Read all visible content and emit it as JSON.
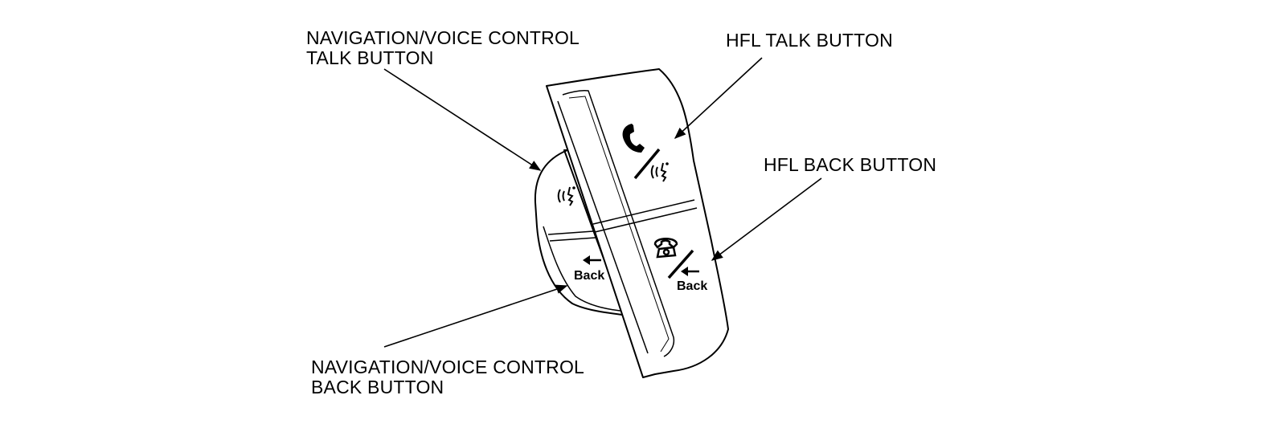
{
  "labels": {
    "nav_voice_talk": [
      "NAVIGATION/VOICE CONTROL",
      "TALK BUTTON"
    ],
    "hfl_talk": "HFL TALK BUTTON",
    "hfl_back": "HFL BACK BUTTON",
    "nav_voice_back": [
      "NAVIGATION/VOICE CONTROL",
      "BACK BUTTON"
    ]
  },
  "button_text": {
    "back": "Back"
  },
  "icons": {
    "hfl_talk": [
      "phone-pickup-icon",
      "voice-talk-icon"
    ],
    "nav_talk": "voice-talk-icon",
    "hfl_back": [
      "phone-hangup-icon",
      "left-arrow-icon"
    ],
    "nav_back": "left-arrow-icon"
  },
  "colors": {
    "ink": "#000000",
    "background": "#ffffff"
  }
}
